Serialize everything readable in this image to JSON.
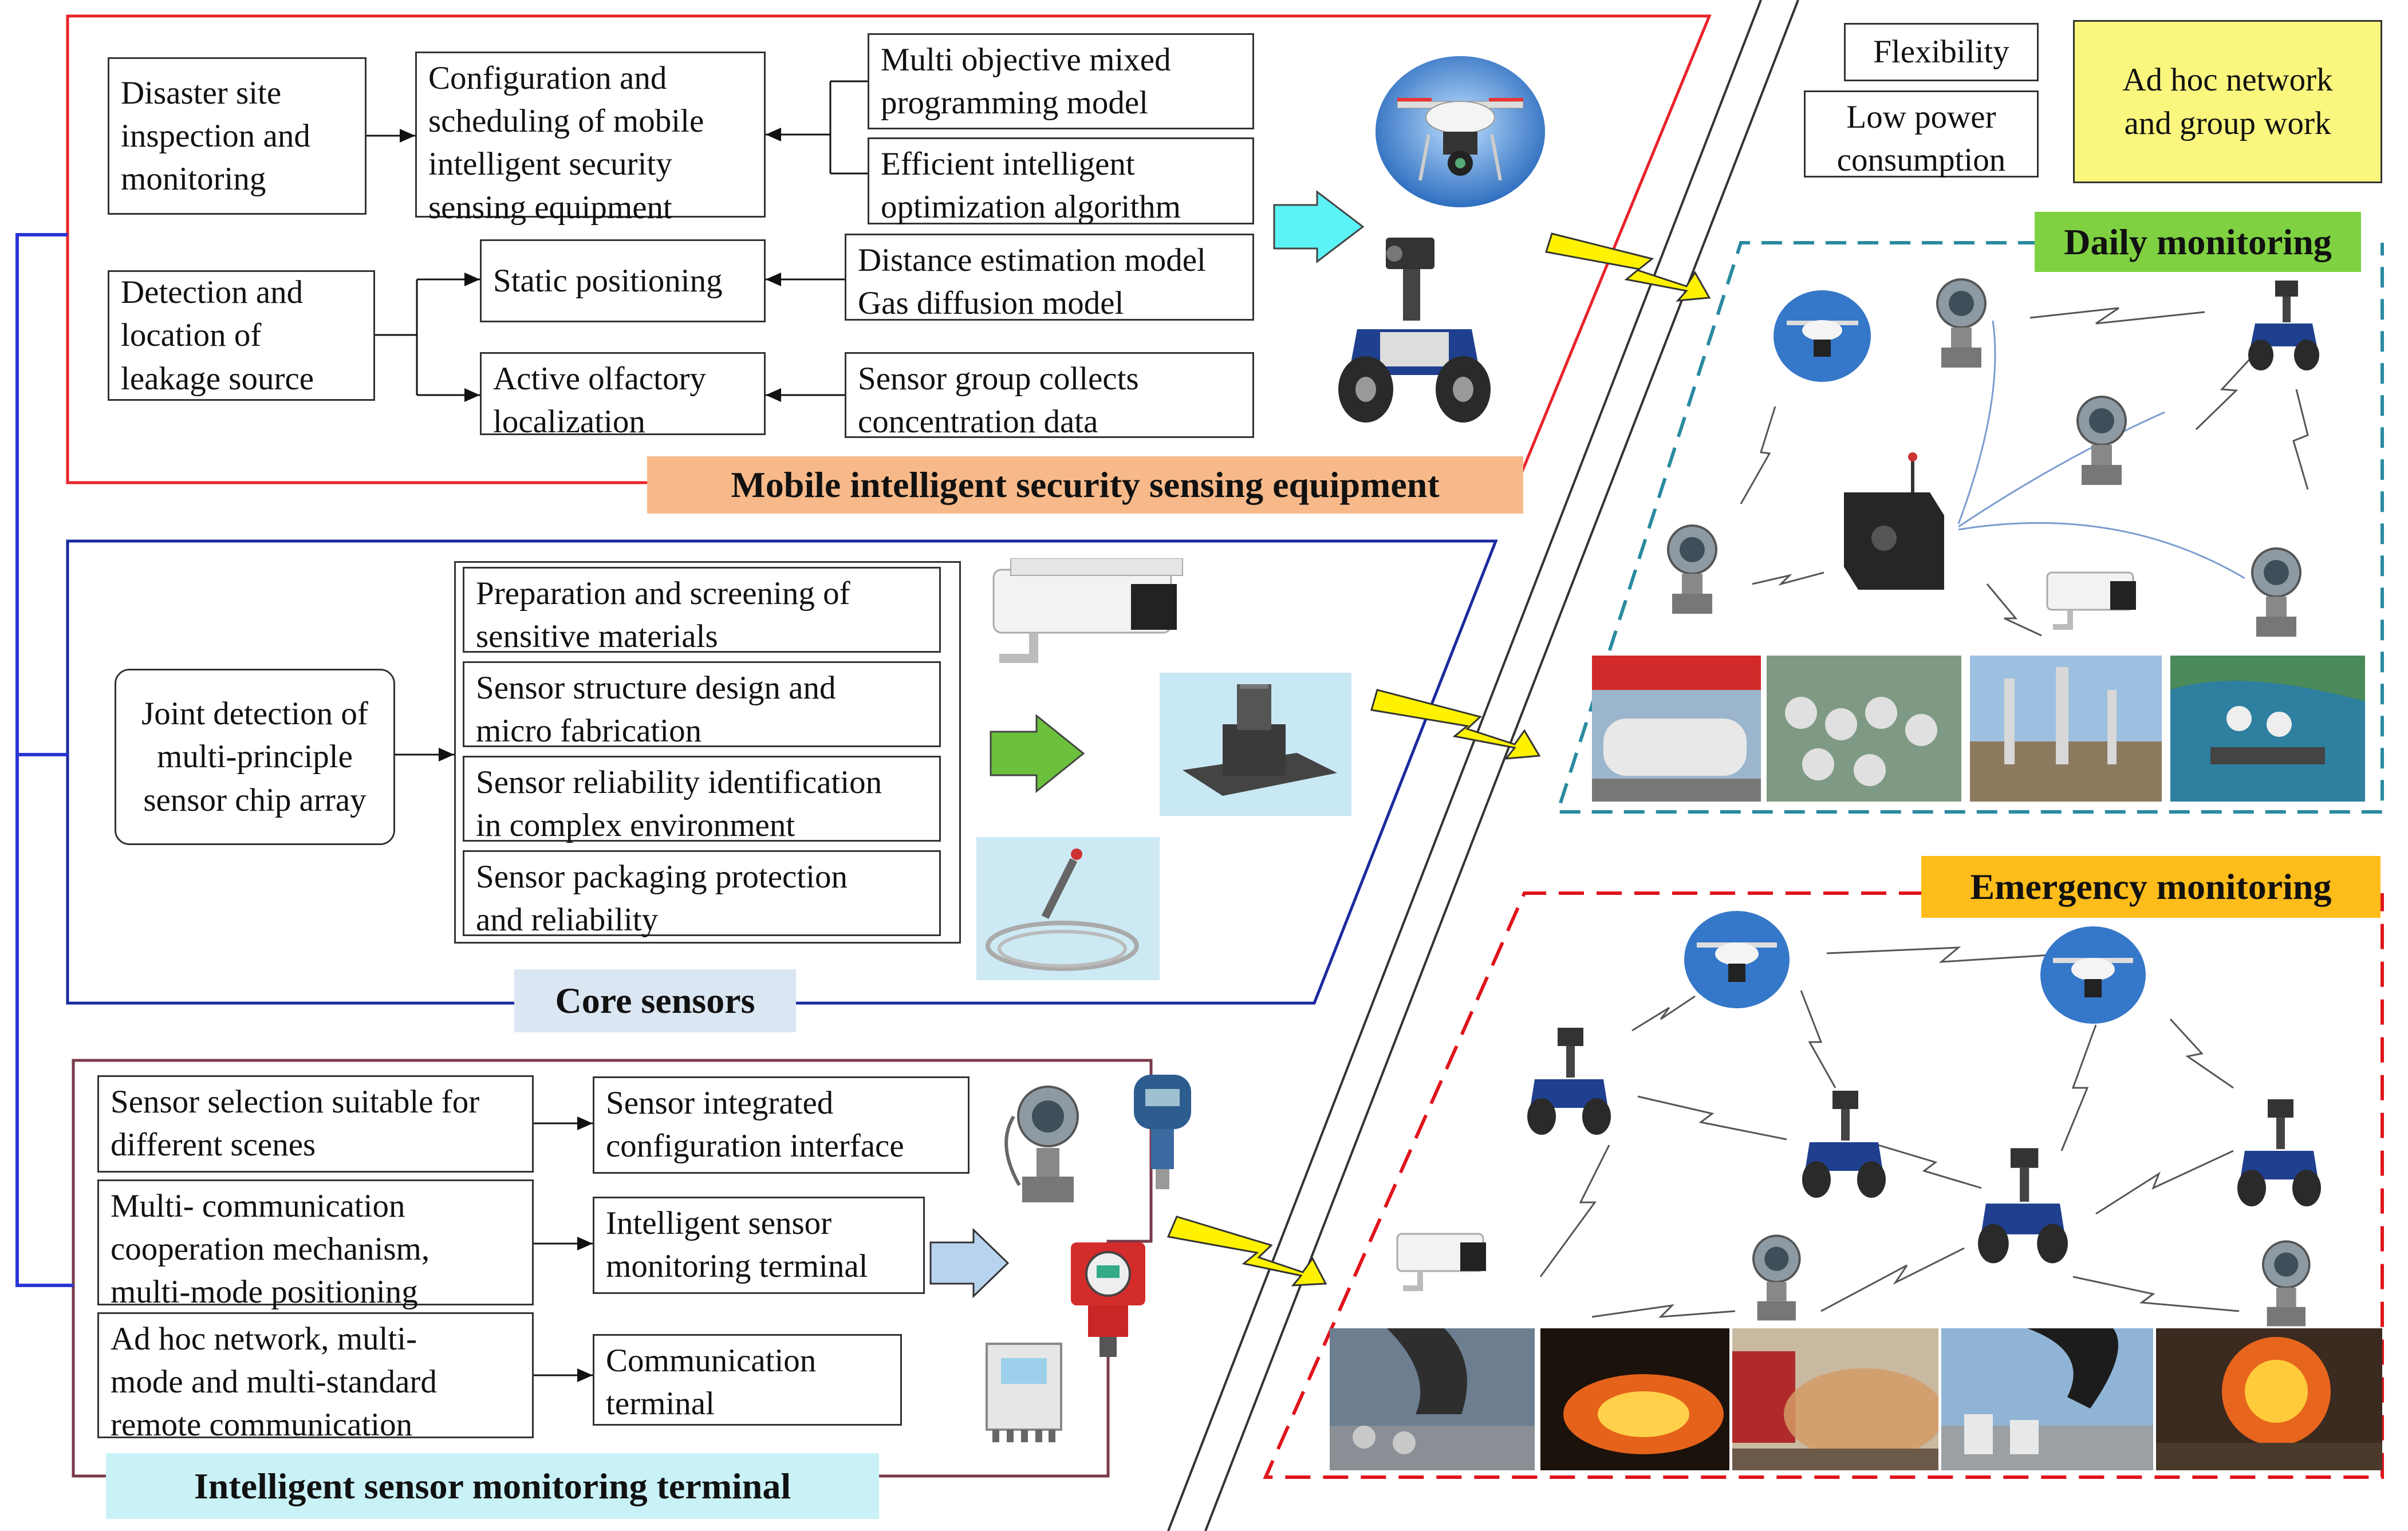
{
  "colors": {
    "mobile_border": "#e8232a",
    "core_border": "#1b2a9e",
    "terminal_border": "#7a3b4a",
    "blue_bracket": "#2a35d8",
    "mobile_label_bg": "#f7b98a",
    "core_label_bg": "#dbe6f3",
    "terminal_label_bg": "#c9f2f7",
    "daily_label_bg": "#7fd141",
    "emergency_label_bg": "#ffbd1b",
    "adhoc_bg": "#fbf77e",
    "daily_border": "#2a8aa0",
    "emergency_border": "#e0141c",
    "lightning_yellow": "#fff200",
    "arrow_cyan": "#5cf3f6",
    "arrow_green": "#6cc13c",
    "arrow_lightblue": "#b8d3ee"
  },
  "mobile": {
    "label": "Mobile intelligent security sensing equipment",
    "task1": "Disaster site\ninspection and\nmonitoring",
    "config": "Configuration and\nscheduling of mobile\nintelligent security\nsensing equipment",
    "multi_obj": "Multi objective mixed\nprogramming model",
    "efficient": "Efficient intelligent\noptimization algorithm",
    "task2": "Detection and\nlocation of\nleakage source",
    "static_pos": "Static positioning",
    "distance": "Distance estimation model\nGas diffusion model",
    "active": "Active olfactory\nlocalization",
    "sensor_group": "Sensor group collects\nconcentration data",
    "icons": [
      "drone-icon",
      "robot-icon"
    ]
  },
  "core": {
    "label": "Core sensors",
    "joint": "Joint detection of\nmulti-principle\nsensor chip array",
    "items": [
      "Preparation and screening of\nsensitive materials",
      "Sensor structure design and\nmicro fabrication",
      "Sensor reliability identification\nin complex environment",
      "Sensor packaging protection\nand reliability"
    ],
    "icons": [
      "camera-icon",
      "sensor-module-icon",
      "probe-sensor-icon"
    ]
  },
  "terminal": {
    "label": "Intelligent sensor monitoring terminal",
    "left": [
      "Sensor selection suitable for\ndifferent scenes",
      "Multi- communication\ncooperation mechanism,\nmulti-mode positioning",
      "Ad hoc network, multi-\nmode and multi-standard\nremote communication"
    ],
    "right": [
      "Sensor integrated\nconfiguration interface",
      "Intelligent sensor\nmonitoring terminal",
      "Communication\nterminal"
    ],
    "icons": [
      "transmitter-icon",
      "pressure-gauge-icon",
      "gas-detector-icon",
      "control-box-icon"
    ]
  },
  "features": {
    "flexibility": "Flexibility",
    "low_power": "Low power\nconsumption",
    "adhoc": "Ad hoc network\nand group work"
  },
  "daily": {
    "label": "Daily monitoring",
    "scenes": [
      "gas-station-photo",
      "tank-farm-photo",
      "refinery-photo",
      "port-photo"
    ]
  },
  "emergency": {
    "label": "Emergency monitoring",
    "scenes": [
      "smoke-plant-photo",
      "fire-night-photo",
      "truck-leak-photo",
      "black-smoke-photo",
      "explosion-photo"
    ]
  }
}
